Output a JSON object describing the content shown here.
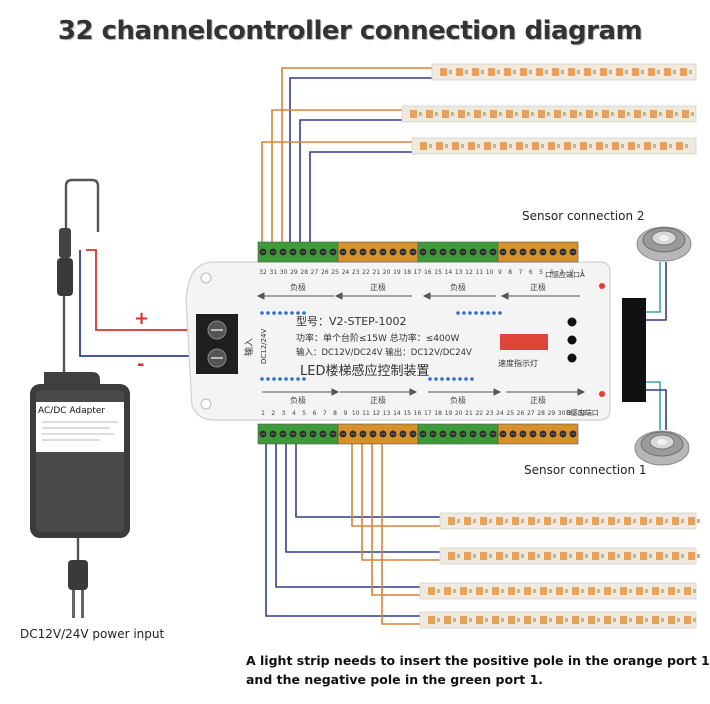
{
  "title": "32 channelcontroller connection diagram",
  "sensor2_label": "Sensor connection 2",
  "sensor1_label": "Sensor connection 1",
  "adapter_label": "AC/DC Adapter",
  "power_input_label": "DC12V/24V power input",
  "plus_sign": "+",
  "minus_sign": "-",
  "note_lines": [
    "A light strip needs to insert the positive pole in the orange port 1",
    "and the negative pole in the green port 1."
  ],
  "controller": {
    "model": "型号：V2-STEP-1002",
    "power": "功率：单个台阶≤15W 总功率：≤400W",
    "io": "输入：DC12V/DC24V  输出：DC12V/DC24V",
    "name": "LED楼梯感应控制装置",
    "speed_label": "速度指示灯",
    "top_port_label": "口感应端口A",
    "bottom_port_label": "B感应端口",
    "input_label": "输入",
    "input_voltage": "DC12/24V",
    "top_sections": [
      "负极",
      "正极",
      "负极",
      "正极"
    ],
    "bottom_sections": [
      "负极",
      "正极",
      "负极",
      "正极"
    ],
    "top_numbers_a": [
      "32",
      "31",
      "30",
      "29",
      "28",
      "27",
      "26",
      "25",
      "24",
      "23",
      "22",
      "21",
      "20",
      "19",
      "18",
      "17"
    ],
    "top_numbers_b": [
      "16",
      "15",
      "14",
      "13",
      "12",
      "11",
      "10",
      "9",
      "8",
      "7",
      "6",
      "5",
      "4",
      "3",
      "2",
      "1"
    ],
    "bottom_numbers_a": [
      "1",
      "2",
      "3",
      "4",
      "5",
      "6",
      "7",
      "8",
      "9",
      "10",
      "11",
      "12",
      "13",
      "14",
      "15",
      "16"
    ],
    "bottom_numbers_b": [
      "17",
      "18",
      "19",
      "20",
      "21",
      "22",
      "23",
      "24",
      "25",
      "26",
      "27",
      "28",
      "29",
      "30",
      "31",
      "32"
    ]
  },
  "colors": {
    "orange_wire": "#d9823a",
    "blue_wire": "#2f3f8f",
    "red_wire": "#d8322a",
    "green_terminal": "#3f9b3a",
    "orange_terminal": "#d6922c",
    "strip": "#eeeae0",
    "led": "#e8a15a"
  }
}
